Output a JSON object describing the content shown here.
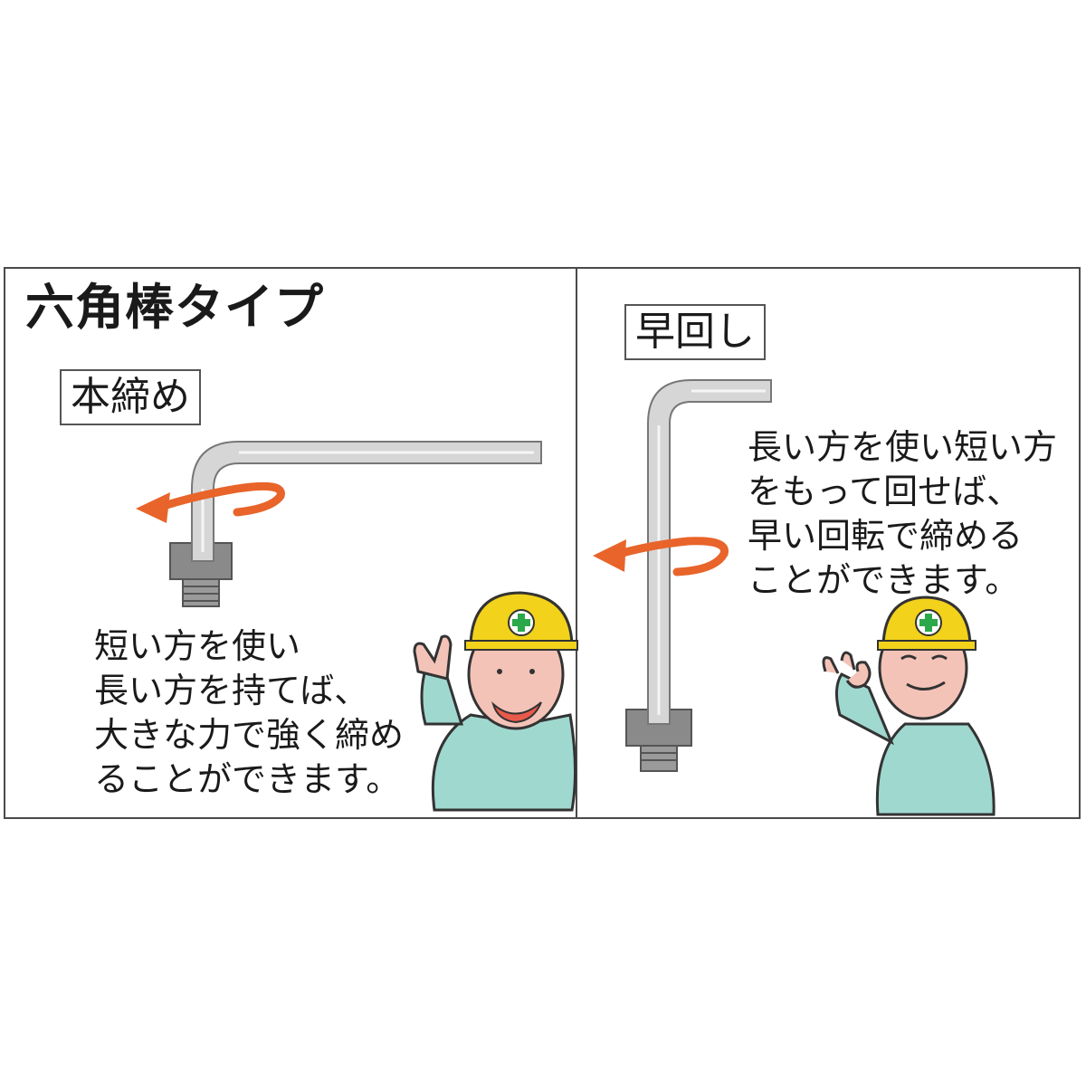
{
  "left_panel": {
    "title": "六角棒タイプ",
    "label": "本締め",
    "description_lines": [
      "短い方を使い",
      "長い方を持てば、",
      "大きな力で強く締め",
      "ることができます。"
    ]
  },
  "right_panel": {
    "label": "早回し",
    "description_lines": [
      "長い方を使い短い方",
      "をもって回せば、",
      "早い回転で締める",
      "ことができます。"
    ]
  },
  "colors": {
    "arrow": "#e8642a",
    "helmet": "#f2d21a",
    "helmet_cross": "#2aa84a",
    "uniform": "#9fd8cf",
    "skin": "#f4c3b8",
    "wrench": "#c9c9c9",
    "bolt": "#8a8a8a"
  },
  "icons": [
    "hex-wrench-icon",
    "rotation-arrow-icon",
    "bolt-icon",
    "worker-illustration"
  ]
}
